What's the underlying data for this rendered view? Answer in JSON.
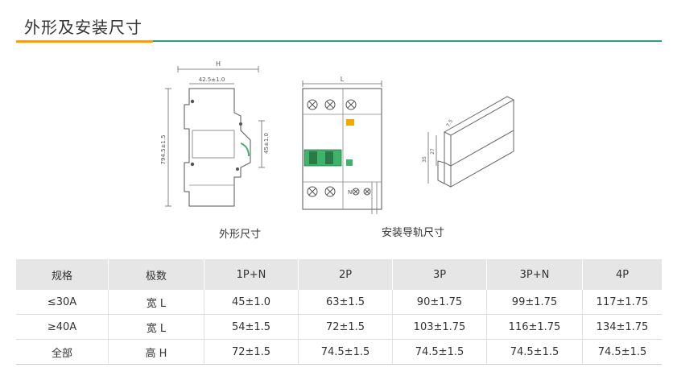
{
  "section": {
    "title": "外形及安装尺寸"
  },
  "figures": {
    "outline_caption": "外形尺寸",
    "rail_caption": "安装导轨尺寸",
    "side_view": {
      "dim_H": "H",
      "dim_depth": "42.5±1.0",
      "dim_height": "794.5±1.5",
      "dim_45": "45±1.0"
    },
    "front_view": {
      "dim_L": "L",
      "terminal_n": "N"
    },
    "rail": {
      "dim_35": "35",
      "dim_27": "27",
      "dim_75": "7.5"
    }
  },
  "table": {
    "headers": [
      "规格",
      "极数",
      "1P+N",
      "2P",
      "3P",
      "3P+N",
      "4P"
    ],
    "rows": [
      [
        "≤30A",
        "宽 L",
        "45±1.0",
        "63±1.5",
        "90±1.75",
        "99±1.75",
        "117±1.75"
      ],
      [
        "≥40A",
        "宽 L",
        "54±1.5",
        "72±1.5",
        "103±1.75",
        "116±1.75",
        "134±1.75"
      ],
      [
        "全部",
        "高 H",
        "72±1.5",
        "74.5±1.5",
        "74.5±1.5",
        "74.5±1.5",
        "74.5±1.5"
      ]
    ]
  },
  "colors": {
    "accent_green": "#2aa37a",
    "accent_orange": "#f0a020",
    "table_header_bg": "#e6e6e6",
    "handle_green": "#3fb26b",
    "indicator_orange": "#f2a900"
  }
}
